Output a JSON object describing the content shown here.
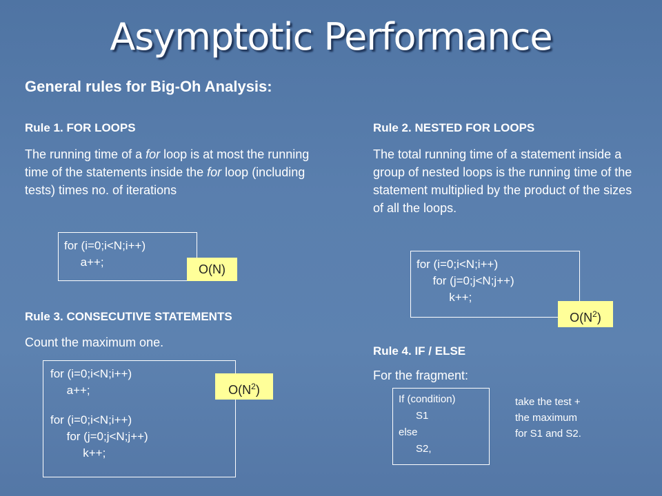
{
  "title": "Asymptotic Performance",
  "subtitle": "General rules for Big-Oh Analysis:",
  "rule1": {
    "heading": "Rule 1. FOR LOOPS",
    "text_parts": [
      "The running time of a ",
      "for",
      " loop is at most the running time of the statements inside the ",
      "for",
      " loop (including tests)  times no. of iterations"
    ],
    "code": [
      "for (i=0;i<N;i++)",
      "     a++;"
    ],
    "complexity": "O(N)"
  },
  "rule2": {
    "heading": "Rule 2. NESTED FOR LOOPS",
    "text": "The total running time of a statement inside a group of nested loops is the running time of the statement multiplied by the product of the sizes of all the loops.",
    "code": [
      "for (i=0;i<N;i++)",
      "     for (j=0;j<N;j++)",
      "          k++;"
    ],
    "complexity_base": "O(N",
    "complexity_exp": "2",
    "complexity_close": ")"
  },
  "rule3": {
    "heading": "Rule 3. CONSECUTIVE STATEMENTS",
    "text": "Count the maximum one.",
    "code_a": [
      "for (i=0;i<N;i++)",
      "     a++;"
    ],
    "code_b": [
      "for (i=0;i<N;i++)",
      "     for (j=0;j<N;j++)",
      "          k++;"
    ],
    "complexity_base": "O(N",
    "complexity_exp": "2",
    "complexity_close": ")"
  },
  "rule4": {
    "heading": "Rule 4. IF / ELSE",
    "text": "For the fragment:",
    "code": [
      "If (condition)",
      "      S1",
      "else",
      "      S2,"
    ],
    "note": [
      "take the test +",
      "the maximum",
      "for S1 and S2."
    ]
  }
}
